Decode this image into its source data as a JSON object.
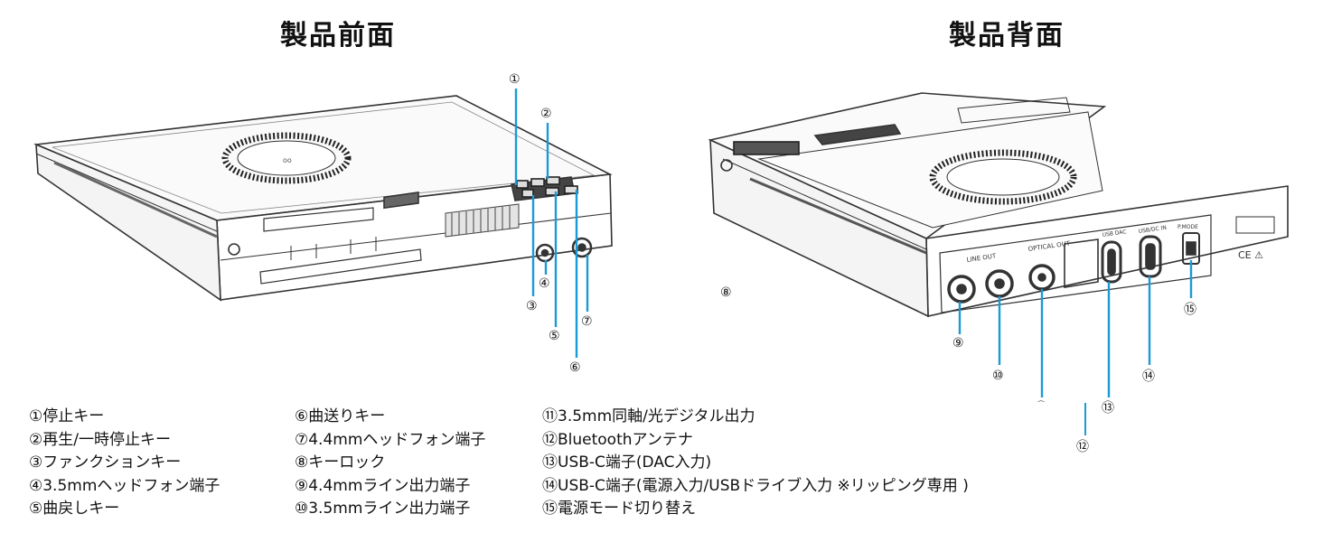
{
  "titles": {
    "front": "製品前面",
    "back": "製品背面"
  },
  "markers": [
    "①",
    "②",
    "③",
    "④",
    "⑤",
    "⑥",
    "⑦",
    "⑧",
    "⑨",
    "⑩",
    "⑪",
    "⑫",
    "⑬",
    "⑭",
    "⑮"
  ],
  "device_labels": {
    "line_out": "LINE OUT",
    "optical_out": "OPTICAL OUT",
    "usb_dac": "USB DAC",
    "usb_dc_in": "USB/DC IN",
    "p_mode": "P.MODE"
  },
  "legend": {
    "col1": [
      "①停止キー",
      "②再生/一時停止キー",
      "③ファンクションキー",
      "④3.5mmヘッドフォン端子",
      "⑤曲戻しキー"
    ],
    "col2": [
      "⑥曲送りキー",
      "⑦4.4mmヘッドフォン端子",
      "⑧キーロック",
      "⑨4.4mmライン出力端子",
      "⑩3.5mmライン出力端子"
    ],
    "col3": [
      "⑪3.5mm同軸/光デジタル出力",
      "⑫Bluetoothアンテナ",
      "⑬USB-C端子(DAC入力)",
      "⑭USB-C端子(電源入力/USBドライブ入力 ※リッピング専用 )",
      "⑮電源モード切り替え"
    ]
  },
  "colors": {
    "callout": "#1a9ad6",
    "outline": "#333333",
    "text": "#111111"
  }
}
